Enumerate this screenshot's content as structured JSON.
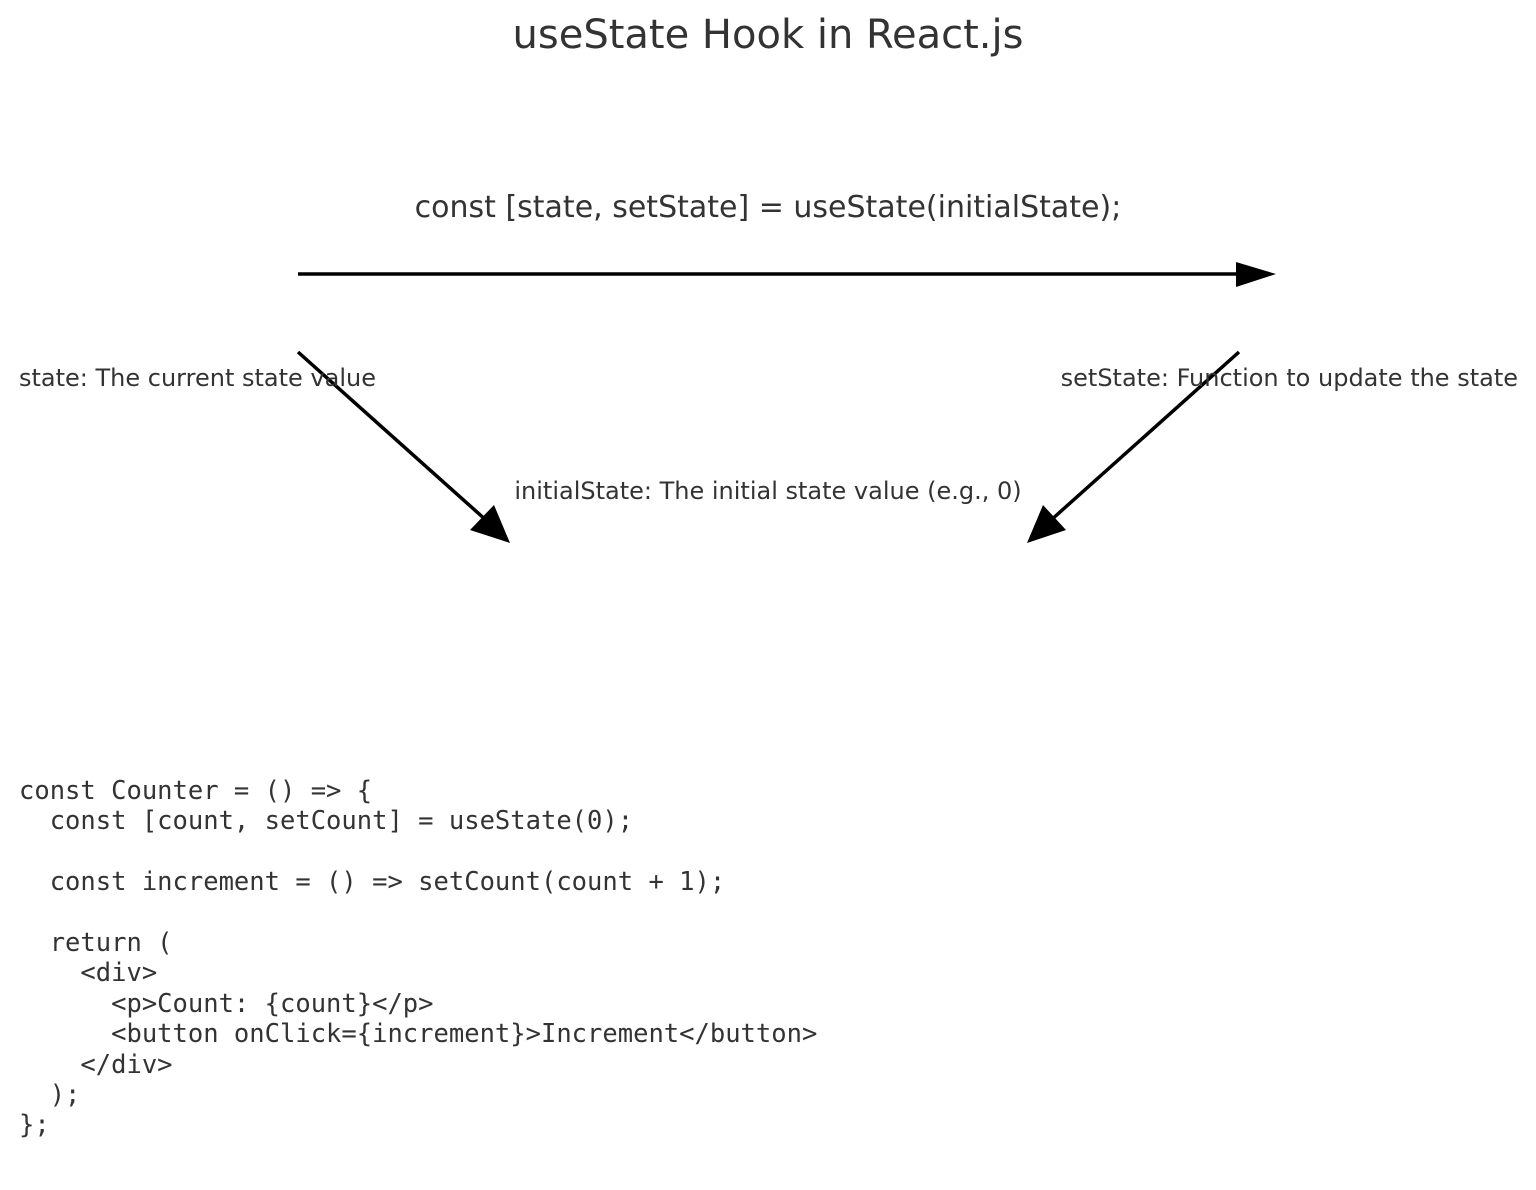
{
  "title": "useState Hook in React.js",
  "signature": "const [state, setState] = useState(initialState);",
  "labels": {
    "state": "state: The current state value",
    "setState": "setState: Function to update the state",
    "initialState": "initialState: The initial state value (e.g., 0)"
  },
  "code": [
    "const Counter = () => {",
    "  const [count, setCount] = useState(0);",
    "",
    "  const increment = () => setCount(count + 1);",
    "",
    "  return (",
    "    <div>",
    "      <p>Count: {count}</p>",
    "      <button onClick={increment}>Increment</button>",
    "    </div>",
    "  );",
    "};"
  ],
  "colors": {
    "text": "#333333",
    "arrow": "#000000",
    "background": "#ffffff"
  }
}
